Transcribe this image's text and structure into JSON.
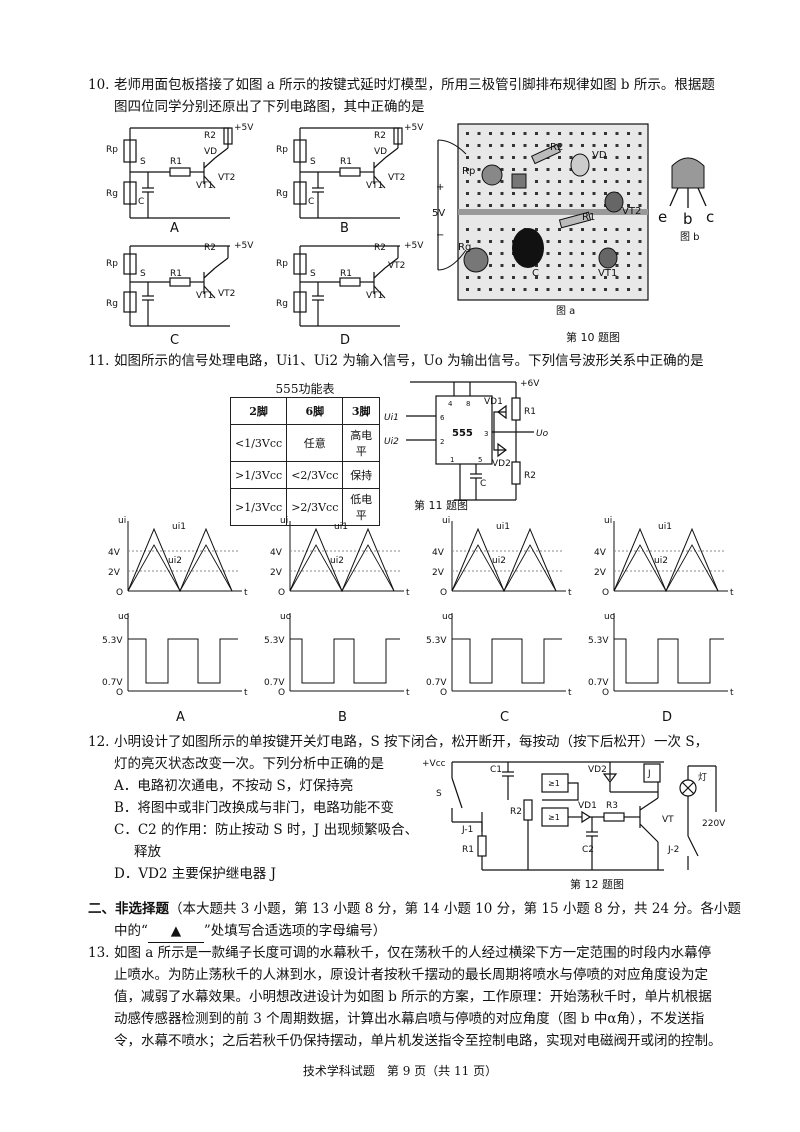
{
  "q10": {
    "number": "10.",
    "text_line1": "老师用面包板搭接了如图 a 所示的按键式延时灯模型，所用三极管引脚排布规律如图 b 所示。根据题",
    "text_line2": "图四位同学分别还原出了下列电路图，其中正确的是",
    "options": [
      "A",
      "B",
      "C",
      "D"
    ],
    "labels": {
      "rp": "Rp",
      "rg": "Rg",
      "s": "S",
      "c": "C",
      "r1": "R1",
      "r2": "R2",
      "vd": "VD",
      "vt1": "VT1",
      "vt2": "VT2",
      "plus5v": "+5V"
    },
    "fig_a": {
      "caption": "图 a",
      "voltage": "5V",
      "plus": "+",
      "minus": "−",
      "rp": "Rp",
      "rg": "Rg",
      "c": "C",
      "r1": "R1",
      "r2": "R2",
      "vd": "VD",
      "vt1": "VT1",
      "vt2": "VT2"
    },
    "fig_b": {
      "caption": "图 b",
      "pins": [
        "e",
        "b",
        "c"
      ]
    },
    "fig_caption": "第 10 题图"
  },
  "q11": {
    "number": "11.",
    "text": "如图所示的信号处理电路，Ui1、Ui2 为输入信号，Uo 为输出信号。下列信号波形关系中正确的是",
    "table_title": "555功能表",
    "table_headers": [
      "2脚",
      "6脚",
      "3脚"
    ],
    "table_rows": [
      [
        "<1/3Vcc",
        "任意",
        "高电平"
      ],
      [
        ">1/3Vcc",
        "<2/3Vcc",
        "保持"
      ],
      [
        ">1/3Vcc",
        ">2/3Vcc",
        "低电平"
      ]
    ],
    "circuit": {
      "v": "+6V",
      "r1": "R1",
      "r2": "R2",
      "vd1": "VD1",
      "vd2": "VD2",
      "chip": "555",
      "ui1": "Ui1",
      "ui2": "Ui2",
      "uo": "Uo",
      "c": "C",
      "pins": [
        "4",
        "8",
        "6",
        "2",
        "3",
        "1",
        "5"
      ]
    },
    "fig_caption": "第 11 题图",
    "wave_labels": {
      "ui": "ui",
      "ui1": "ui1",
      "ui2": "ui2",
      "uo": "uo",
      "v4": "4V",
      "v2": "2V",
      "o": "O",
      "t": "t",
      "vhigh": "5.3V",
      "vlow": "0.7V"
    },
    "options": [
      "A",
      "B",
      "C",
      "D"
    ]
  },
  "q12": {
    "number": "12.",
    "text_line1": "小明设计了如图所示的单按键开关灯电路，S 按下闭合，松开断开，每按动（按下后松开）一次 S，",
    "text_line2": "灯的亮灭状态改变一次。下列分析中正确的是",
    "choices": [
      "A．电路初次通电，不按动 S，灯保持亮",
      "B．将图中或非门改换成与非门，电路功能不变",
      "C．C2 的作用：防止按动 S 时，J 出现频繁吸合、",
      "释放",
      "D．VD2 主要保护继电器 J"
    ],
    "circuit": {
      "vcc": "+Vcc",
      "s": "S",
      "j1": "J-1",
      "c1": "C1",
      "r1": "R1",
      "r2": "R2",
      "r3": "R3",
      "vd1": "VD1",
      "vd2": "VD2",
      "c2": "C2",
      "vt": "VT",
      "j": "J",
      "j2": "J-2",
      "lamp": "灯",
      "v220": "220V",
      "g": "≥1"
    },
    "fig_caption": "第 12 题图"
  },
  "section2": {
    "title": "二、非选择题",
    "text_line1": "（本大题共 3 小题，第 13 小题 8 分，第 14 小题 10 分，第 15 小题 8 分，共 24 分。各小题",
    "text_line2": "中的“",
    "blank": "▲",
    "text_line2b": "”处填写合适选项的字母编号）"
  },
  "q13": {
    "number": "13.",
    "lines": [
      "如图 a 所示是一款绳子长度可调的水幕秋千，仅在荡秋千的人经过横梁下方一定范围的时段内水幕停",
      "止喷水。为防止荡秋千的人淋到水，原设计者按秋千摆动的最长周期将喷水与停喷的对应角度设为定",
      "值，减弱了水幕效果。小明想改进设计为如图 b 所示的方案，工作原理：开始荡秋千时，单片机根据",
      "动感传感器检测到的前 3 个周期数据，计算出水幕启喷与停喷的对应角度（图 b 中α角），不发送指",
      "令，水幕不喷水；之后若秋千仍保持摆动，单片机发送指令至控制电路，实现对电磁阀开或闭的控制。"
    ]
  },
  "footer": "技术学科试题　第 9 页（共 11 页）"
}
